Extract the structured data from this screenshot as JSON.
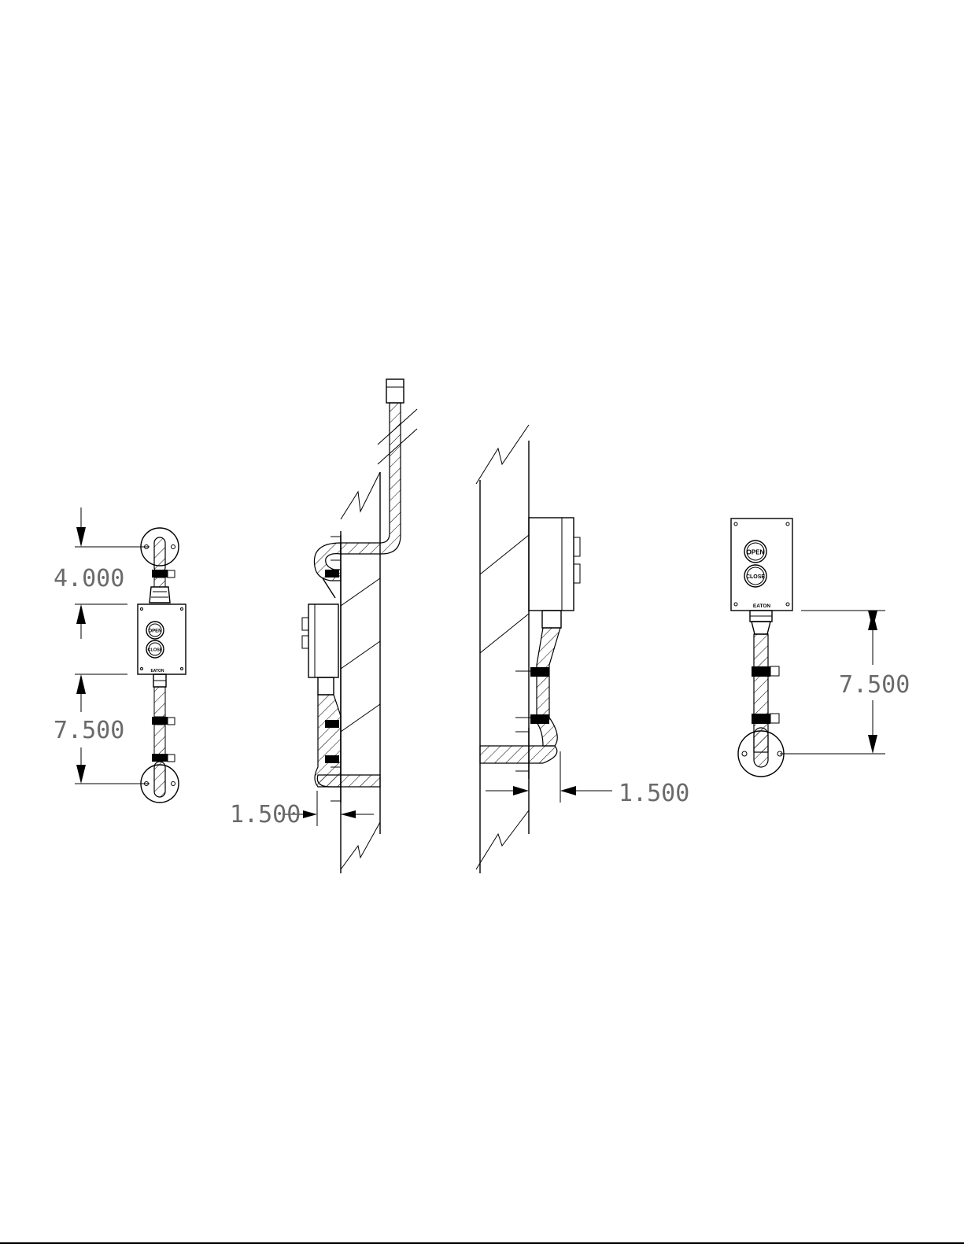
{
  "dimensions": {
    "left_top": "4.000",
    "left_bottom": "7.500",
    "side_left": "1.500",
    "side_right": "1.500",
    "right_view": "7.500"
  },
  "station": {
    "open_label": "OPEN",
    "close_label": "CLOSE",
    "brand": "EATON"
  },
  "colors": {
    "line": "#000000",
    "dimension_text": "#6a6a6a",
    "background": "#ffffff"
  }
}
